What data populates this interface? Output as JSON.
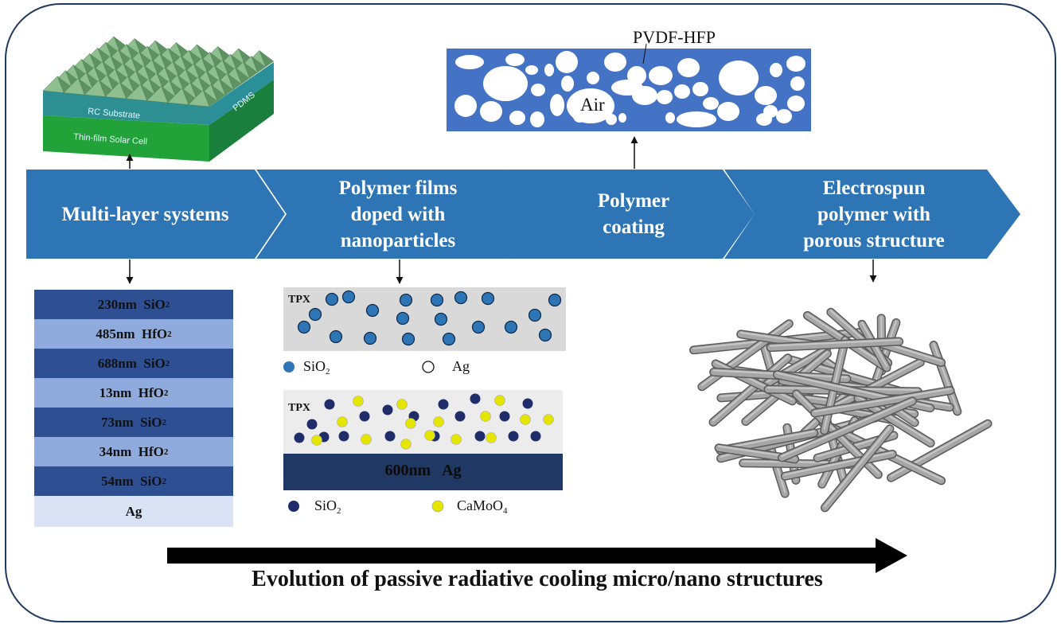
{
  "colors": {
    "arrow_blue": "#2e75b6",
    "frame": "#1f3a5f",
    "layer_dark": "#2f4f93",
    "layer_light": "#8faadc",
    "layer_ag": "#dae3f3",
    "film_gray": "#d9d9d9",
    "ag_base": "#1f3864",
    "sio2_light_dot": "#2e75b6",
    "sio2_dark_dot": "#1f2d6b",
    "camoo4_dot": "#e5e500",
    "pvdf_blue": "#4472c4",
    "fiber_gray": "#9a9a9a"
  },
  "stages": [
    {
      "lines": [
        "Multi-layer systems"
      ]
    },
    {
      "lines": [
        "Polymer films",
        "doped with",
        "nanoparticles"
      ]
    },
    {
      "lines": [
        "Polymer",
        "coating"
      ]
    },
    {
      "lines": [
        "Electrospun",
        "polymer with",
        "porous structure"
      ]
    }
  ],
  "solar_cell": {
    "top_label": "PDMS",
    "middle_label": "RC Substrate",
    "bottom_label": "Thin-film Solar Cell"
  },
  "multilayer": {
    "layers": [
      {
        "thickness": "230nm",
        "material": "SiO",
        "sub": "2"
      },
      {
        "thickness": "485nm",
        "material": "HfO",
        "sub": "2"
      },
      {
        "thickness": "688nm",
        "material": "SiO",
        "sub": "2"
      },
      {
        "thickness": "13nm",
        "material": "HfO",
        "sub": "2"
      },
      {
        "thickness": "73nm",
        "material": "SiO",
        "sub": "2"
      },
      {
        "thickness": "34nm",
        "material": "HfO",
        "sub": "2"
      },
      {
        "thickness": "54nm",
        "material": "SiO",
        "sub": "2"
      },
      {
        "thickness": "",
        "material": "Ag",
        "sub": ""
      }
    ]
  },
  "film1": {
    "label": "TPX",
    "legend": [
      {
        "symbol": "filled",
        "name": "SiO",
        "sub": "2"
      },
      {
        "symbol": "open",
        "name": "Ag",
        "sub": ""
      }
    ]
  },
  "film2": {
    "label": "TPX",
    "base_label": "600nm   Ag",
    "legend": [
      {
        "symbol": "dark",
        "name": "SiO",
        "sub": "2"
      },
      {
        "symbol": "yellow",
        "name": "CaMoO",
        "sub": "4"
      }
    ]
  },
  "coating": {
    "polymer_label": "PVDF-HFP",
    "pore_label": "Air"
  },
  "evolution_caption": "Evolution of passive radiative cooling micro/nano structures"
}
